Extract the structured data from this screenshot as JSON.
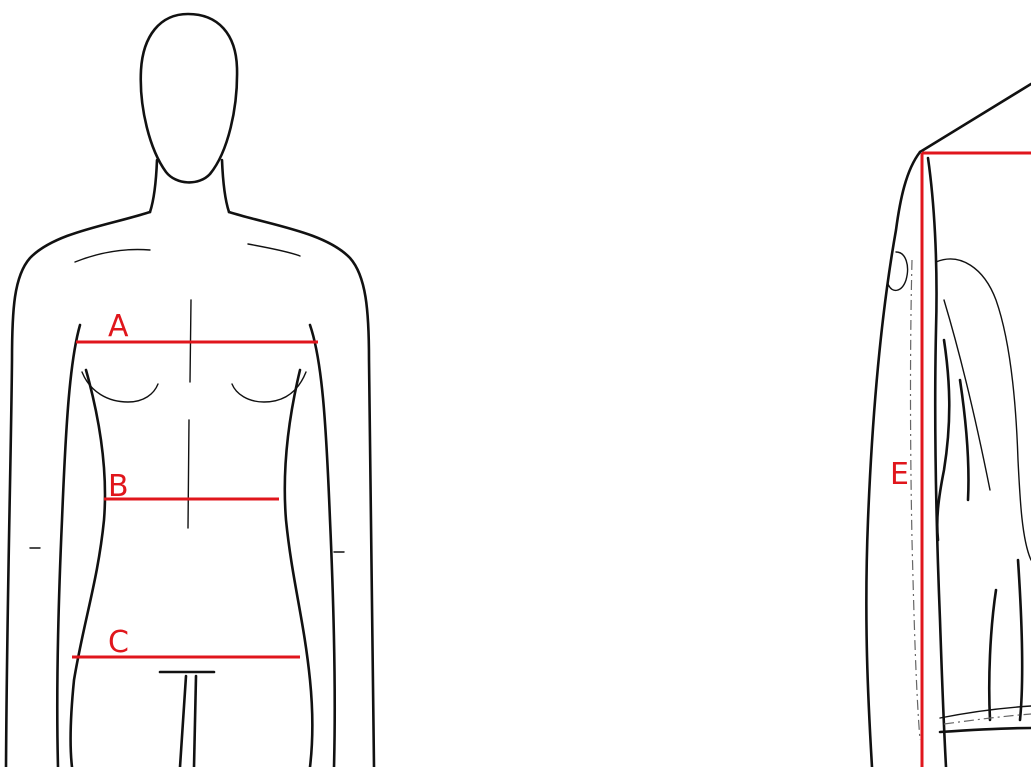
{
  "colors": {
    "measurement": "#e0161c",
    "ink": "#111111",
    "background": "#ffffff"
  },
  "figure_front": {
    "labels": {
      "a": "A",
      "b": "B",
      "c": "C"
    }
  },
  "figure_side": {
    "labels": {
      "e": "E"
    }
  }
}
